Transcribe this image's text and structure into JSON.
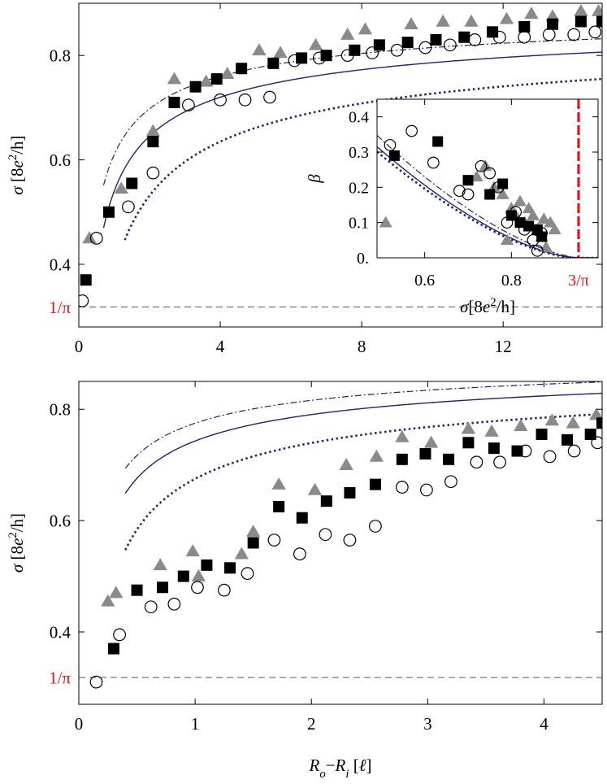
{
  "colors": {
    "fit": "#1a2378",
    "triangle": "#8a8a8a",
    "square": "#000000",
    "circle": "#000000",
    "accent": "#e3121b",
    "reference": "#555555"
  },
  "chart_data": [
    {
      "type": "scatter",
      "panel": "top",
      "ylabel": "σ [8e²/h]",
      "xlabel": "",
      "xlim": [
        0,
        14.8
      ],
      "ylim": [
        0.28,
        0.9
      ],
      "xticks": [
        "0",
        "4",
        "8",
        "12"
      ],
      "yticks": [
        "0.4",
        "0.6",
        "0.8"
      ],
      "reference_line": {
        "label": "1/π",
        "y": 0.3183
      },
      "series": [
        {
          "marker": "triangle",
          "points": [
            [
              0.3,
              0.45
            ],
            [
              1.2,
              0.545
            ],
            [
              2.1,
              0.655
            ],
            [
              2.7,
              0.755
            ],
            [
              3.6,
              0.75
            ],
            [
              4.2,
              0.765
            ],
            [
              5.1,
              0.81
            ],
            [
              5.7,
              0.805
            ],
            [
              6.7,
              0.82
            ],
            [
              7.6,
              0.84
            ],
            [
              8.1,
              0.85
            ],
            [
              9.4,
              0.86
            ],
            [
              10.3,
              0.865
            ],
            [
              11.1,
              0.865
            ],
            [
              12.1,
              0.87
            ],
            [
              12.8,
              0.88
            ],
            [
              13.4,
              0.875
            ],
            [
              14.2,
              0.885
            ],
            [
              14.7,
              0.885
            ]
          ]
        },
        {
          "marker": "square",
          "points": [
            [
              0.2,
              0.37
            ],
            [
              0.85,
              0.5
            ],
            [
              1.5,
              0.555
            ],
            [
              2.1,
              0.635
            ],
            [
              2.7,
              0.71
            ],
            [
              3.3,
              0.74
            ],
            [
              3.9,
              0.755
            ],
            [
              4.6,
              0.775
            ],
            [
              5.5,
              0.785
            ],
            [
              6.3,
              0.795
            ],
            [
              7.0,
              0.8
            ],
            [
              7.8,
              0.81
            ],
            [
              8.5,
              0.82
            ],
            [
              9.3,
              0.825
            ],
            [
              10.1,
              0.83
            ],
            [
              10.9,
              0.835
            ],
            [
              11.7,
              0.845
            ],
            [
              12.6,
              0.855
            ],
            [
              13.4,
              0.86
            ],
            [
              14.2,
              0.865
            ],
            [
              14.8,
              0.865
            ]
          ]
        },
        {
          "marker": "circle",
          "points": [
            [
              0.1,
              0.33
            ],
            [
              0.5,
              0.45
            ],
            [
              1.4,
              0.51
            ],
            [
              2.1,
              0.575
            ],
            [
              3.1,
              0.705
            ],
            [
              4.0,
              0.715
            ],
            [
              4.7,
              0.715
            ],
            [
              5.4,
              0.72
            ],
            [
              6.1,
              0.79
            ],
            [
              6.8,
              0.795
            ],
            [
              7.6,
              0.8
            ],
            [
              8.3,
              0.805
            ],
            [
              9.0,
              0.81
            ],
            [
              9.8,
              0.815
            ],
            [
              10.5,
              0.82
            ],
            [
              11.2,
              0.83
            ],
            [
              11.9,
              0.835
            ],
            [
              12.6,
              0.835
            ],
            [
              13.3,
              0.84
            ],
            [
              14.0,
              0.84
            ],
            [
              14.6,
              0.845
            ]
          ]
        }
      ],
      "fits": [
        {
          "style": "dashdot",
          "a": 0.91,
          "b": 0.3,
          "x0": 0.7
        },
        {
          "style": "solid",
          "a": 0.9,
          "b": 0.36,
          "x0": 0.7
        },
        {
          "style": "dotted",
          "a": 0.885,
          "b": 0.5,
          "x0": 1.3
        }
      ]
    },
    {
      "type": "scatter",
      "panel": "inset",
      "ylabel": "β",
      "xlabel": "σ[8e²/h]",
      "xlim": [
        0.49,
        1.0
      ],
      "ylim": [
        0,
        0.45
      ],
      "xticks": [
        "0.6",
        "0.8"
      ],
      "yticks": [
        "0.",
        "0.1",
        "0.2",
        "0.3",
        "0.4"
      ],
      "vertical_line": {
        "label": "3/π",
        "x": 0.955
      },
      "series": [
        {
          "marker": "triangle",
          "points": [
            [
              0.51,
              0.1
            ],
            [
              0.72,
              0.23
            ],
            [
              0.74,
              0.26
            ],
            [
              0.76,
              0.2
            ],
            [
              0.78,
              0.18
            ],
            [
              0.79,
              0.05
            ],
            [
              0.8,
              0.14
            ],
            [
              0.81,
              0.12
            ],
            [
              0.82,
              0.16
            ],
            [
              0.83,
              0.1
            ],
            [
              0.84,
              0.14
            ],
            [
              0.85,
              0.12
            ],
            [
              0.86,
              0.08
            ],
            [
              0.87,
              0.06
            ],
            [
              0.875,
              0.11
            ],
            [
              0.88,
              0.03
            ],
            [
              0.89,
              0.1
            ],
            [
              0.9,
              0.08
            ]
          ]
        },
        {
          "marker": "square",
          "points": [
            [
              0.53,
              0.29
            ],
            [
              0.63,
              0.33
            ],
            [
              0.7,
              0.22
            ],
            [
              0.75,
              0.18
            ],
            [
              0.78,
              0.21
            ],
            [
              0.8,
              0.12
            ],
            [
              0.82,
              0.1
            ],
            [
              0.84,
              0.09
            ],
            [
              0.86,
              0.08
            ],
            [
              0.87,
              0.06
            ]
          ]
        },
        {
          "marker": "circle",
          "points": [
            [
              0.52,
              0.32
            ],
            [
              0.57,
              0.36
            ],
            [
              0.62,
              0.27
            ],
            [
              0.68,
              0.19
            ],
            [
              0.7,
              0.18
            ],
            [
              0.73,
              0.26
            ],
            [
              0.75,
              0.24
            ],
            [
              0.77,
              0.2
            ],
            [
              0.79,
              0.1
            ],
            [
              0.81,
              0.13
            ],
            [
              0.83,
              0.08
            ],
            [
              0.85,
              0.05
            ],
            [
              0.86,
              0.02
            ],
            [
              0.87,
              0.07
            ]
          ]
        }
      ],
      "fits": [
        {
          "style": "dashdot",
          "a": 0.96,
          "b": 1.12
        },
        {
          "style": "solid",
          "a": 0.95,
          "b": 1.05
        },
        {
          "style": "dotted",
          "a": 0.945,
          "b": 1.02
        }
      ]
    },
    {
      "type": "scatter",
      "panel": "bottom",
      "xlabel": "Ro−Ri [ℓ]",
      "ylabel": "σ [8e²/h]",
      "xlim": [
        0,
        4.5
      ],
      "ylim": [
        0.27,
        0.85
      ],
      "xticks": [
        "0",
        "1",
        "2",
        "3",
        "4"
      ],
      "yticks": [
        "0.4",
        "0.6",
        "0.8"
      ],
      "reference_line": {
        "label": "1/π",
        "y": 0.3183
      },
      "series": [
        {
          "marker": "triangle",
          "points": [
            [
              0.25,
              0.455
            ],
            [
              0.32,
              0.47
            ],
            [
              0.7,
              0.52
            ],
            [
              0.98,
              0.545
            ],
            [
              1.03,
              0.5
            ],
            [
              1.4,
              0.54
            ],
            [
              1.5,
              0.58
            ],
            [
              1.72,
              0.665
            ],
            [
              2.03,
              0.655
            ],
            [
              2.3,
              0.7
            ],
            [
              2.56,
              0.715
            ],
            [
              2.78,
              0.75
            ],
            [
              3.03,
              0.74
            ],
            [
              3.35,
              0.765
            ],
            [
              3.55,
              0.76
            ],
            [
              3.8,
              0.77
            ],
            [
              4.07,
              0.78
            ],
            [
              4.25,
              0.775
            ],
            [
              4.45,
              0.79
            ]
          ]
        },
        {
          "marker": "square",
          "points": [
            [
              0.3,
              0.37
            ],
            [
              0.5,
              0.475
            ],
            [
              0.72,
              0.48
            ],
            [
              0.9,
              0.5
            ],
            [
              1.1,
              0.52
            ],
            [
              1.3,
              0.515
            ],
            [
              1.5,
              0.56
            ],
            [
              1.72,
              0.625
            ],
            [
              1.92,
              0.605
            ],
            [
              2.13,
              0.635
            ],
            [
              2.33,
              0.65
            ],
            [
              2.55,
              0.665
            ],
            [
              2.78,
              0.71
            ],
            [
              2.98,
              0.72
            ],
            [
              3.18,
              0.71
            ],
            [
              3.35,
              0.74
            ],
            [
              3.57,
              0.73
            ],
            [
              3.77,
              0.725
            ],
            [
              3.98,
              0.755
            ],
            [
              4.2,
              0.745
            ],
            [
              4.4,
              0.755
            ],
            [
              4.5,
              0.775
            ]
          ]
        },
        {
          "marker": "circle",
          "points": [
            [
              0.15,
              0.31
            ],
            [
              0.35,
              0.395
            ],
            [
              0.62,
              0.445
            ],
            [
              0.82,
              0.45
            ],
            [
              1.02,
              0.48
            ],
            [
              1.25,
              0.475
            ],
            [
              1.45,
              0.505
            ],
            [
              1.68,
              0.565
            ],
            [
              1.9,
              0.54
            ],
            [
              2.12,
              0.575
            ],
            [
              2.33,
              0.565
            ],
            [
              2.55,
              0.59
            ],
            [
              2.78,
              0.66
            ],
            [
              2.99,
              0.655
            ],
            [
              3.2,
              0.67
            ],
            [
              3.42,
              0.705
            ],
            [
              3.62,
              0.705
            ],
            [
              3.84,
              0.725
            ],
            [
              4.05,
              0.715
            ],
            [
              4.26,
              0.725
            ],
            [
              4.46,
              0.74
            ]
          ]
        }
      ],
      "fits": [
        {
          "style": "dashdot",
          "a": 0.915,
          "b": 0.14,
          "x0": 0.4
        },
        {
          "style": "solid",
          "a": 0.905,
          "b": 0.162,
          "x0": 0.4
        },
        {
          "style": "dotted",
          "a": 0.895,
          "b": 0.22,
          "x0": 0.4
        }
      ]
    }
  ]
}
